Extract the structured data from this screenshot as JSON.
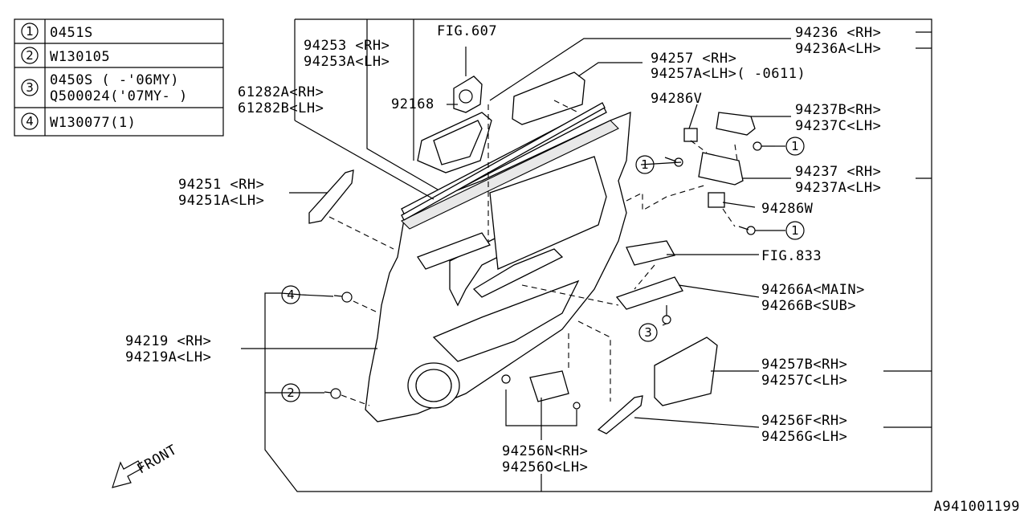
{
  "legend": [
    {
      "num": "1",
      "lines": [
        "0451S"
      ]
    },
    {
      "num": "2",
      "lines": [
        "W130105"
      ]
    },
    {
      "num": "3",
      "lines": [
        "0450S  ( -'06MY)",
        "Q500024('07MY- )"
      ]
    },
    {
      "num": "4",
      "lines": [
        "W130077(1)"
      ]
    }
  ],
  "labels": {
    "p94236_rh": "94236 <RH>",
    "p94236_lh": "94236A<LH>",
    "p94253_rh": "94253 <RH>",
    "p94253_lh": "94253A<LH>",
    "fig607": "FIG.607",
    "p94257_rh": "94257 <RH>",
    "p94257_lh": "94257A<LH>( -0611)",
    "p61282_rh": "61282A<RH>",
    "p61282_lh": "61282B<LH>",
    "p92168": "92168",
    "p94286v": "94286V",
    "p94237b_rh": "94237B<RH>",
    "p94237c_lh": "94237C<LH>",
    "p94251_rh": "94251 <RH>",
    "p94251_lh": "94251A<LH>",
    "p94237_rh": "94237 <RH>",
    "p94237_lh": "94237A<LH>",
    "p94286w": "94286W",
    "fig833": "FIG.833",
    "p94266a": "94266A<MAIN>",
    "p94266b": "94266B<SUB>",
    "p94219_rh": "94219 <RH>",
    "p94219_lh": "94219A<LH>",
    "p94257b_rh": "94257B<RH>",
    "p94257c_lh": "94257C<LH>",
    "p94256f_rh": "94256F<RH>",
    "p94256g_lh": "94256G<LH>",
    "p94256n_rh": "94256N<RH>",
    "p94256o_lh": "94256O<LH>",
    "front": "FRONT",
    "diagram_id": "A941001199"
  },
  "callouts": {
    "c1": "1",
    "c2": "2",
    "c3": "3",
    "c4": "4"
  }
}
